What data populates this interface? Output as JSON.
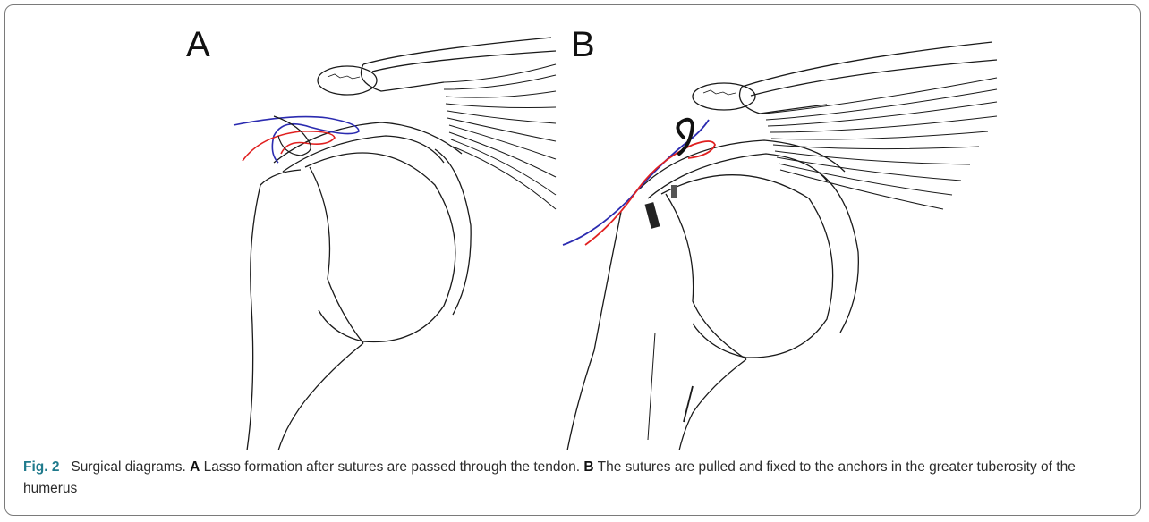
{
  "figure": {
    "panel_a_label": "A",
    "panel_b_label": "B",
    "caption_label": "Fig. 2",
    "caption_title": "Surgical diagrams.",
    "caption_a_key": "A",
    "caption_a_text": "Lasso formation after sutures are passed through the tendon.",
    "caption_b_key": "B",
    "caption_b_text": "The sutures are pulled and fixed to the anchors in the greater tuberosity of the humerus"
  },
  "colors": {
    "suture_blue": "#2b2bb0",
    "suture_red": "#e02020",
    "line": "#1a1a1a",
    "caption_accent": "#1f7a8c"
  }
}
